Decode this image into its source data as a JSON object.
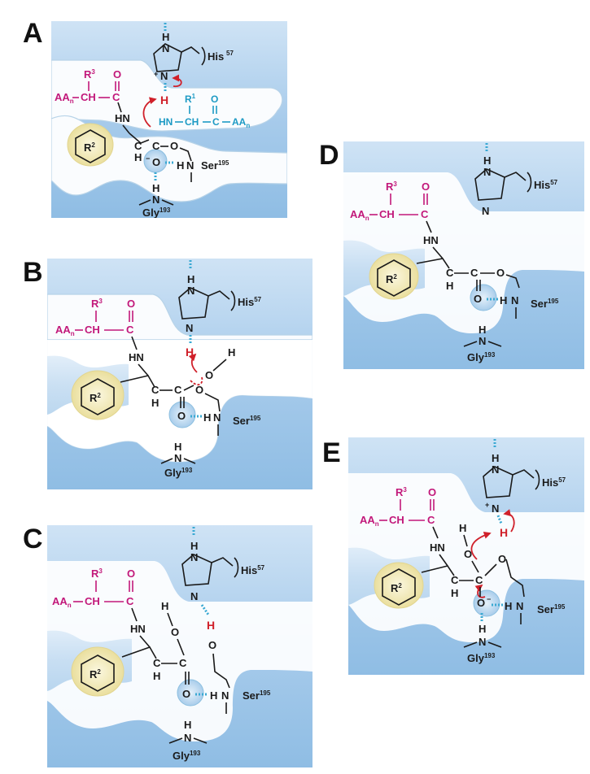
{
  "panels": [
    {
      "id": "A",
      "letter": "A",
      "his_label": "His",
      "his_num": "57",
      "ser_label": "Ser",
      "ser_num": "195",
      "gly_label": "Gly",
      "gly_num": "193",
      "r2": "R",
      "r2_sup": "2",
      "r3": "R",
      "r3_sup": "3",
      "r1": "R",
      "r1_sup": "1",
      "aa_left": "AA",
      "aa_sub": "n",
      "aa_right": "AA",
      "ch": "CH",
      "c": "C",
      "o": "O",
      "hn": "HN",
      "h": "H",
      "n": "N"
    },
    {
      "id": "B",
      "letter": "B",
      "his_label": "His",
      "his_num": "57",
      "ser_label": "Ser",
      "ser_num": "195",
      "gly_label": "Gly",
      "gly_num": "193",
      "r2": "R",
      "r2_sup": "2",
      "r3": "R",
      "r3_sup": "3",
      "aa_left": "AA",
      "aa_sub": "n",
      "ch": "CH",
      "c": "C",
      "o": "O",
      "hn": "HN",
      "h": "H",
      "n": "N"
    },
    {
      "id": "C",
      "letter": "C",
      "his_label": "His",
      "his_num": "57",
      "ser_label": "Ser",
      "ser_num": "195",
      "gly_label": "Gly",
      "gly_num": "193",
      "r2": "R",
      "r2_sup": "2",
      "r3": "R",
      "r3_sup": "3",
      "aa_left": "AA",
      "aa_sub": "n",
      "ch": "CH",
      "c": "C",
      "o": "O",
      "hn": "HN",
      "h": "H",
      "n": "N"
    },
    {
      "id": "D",
      "letter": "D",
      "his_label": "His",
      "his_num": "57",
      "ser_label": "Ser",
      "ser_num": "195",
      "gly_label": "Gly",
      "gly_num": "193",
      "r2": "R",
      "r2_sup": "2",
      "r3": "R",
      "r3_sup": "3",
      "aa_left": "AA",
      "aa_sub": "n",
      "ch": "CH",
      "c": "C",
      "o": "O",
      "hn": "HN",
      "h": "H",
      "n": "N"
    },
    {
      "id": "E",
      "letter": "E",
      "his_label": "His",
      "his_num": "57",
      "ser_label": "Ser",
      "ser_num": "195",
      "gly_label": "Gly",
      "gly_num": "193",
      "r2": "R",
      "r2_sup": "2",
      "r3": "R",
      "r3_sup": "3",
      "aa_left": "AA",
      "aa_sub": "n",
      "ch": "CH",
      "c": "C",
      "o": "O",
      "hn": "HN",
      "h": "H",
      "n": "N"
    }
  ],
  "colors": {
    "background_blue": "#a9cdeb",
    "pocket": "#f2ecc4",
    "sidechain_magenta": "#c2187a",
    "substrate_cyan": "#1d9ac4",
    "arrow_red": "#d0202a",
    "bond_black": "#1a1a1a"
  }
}
